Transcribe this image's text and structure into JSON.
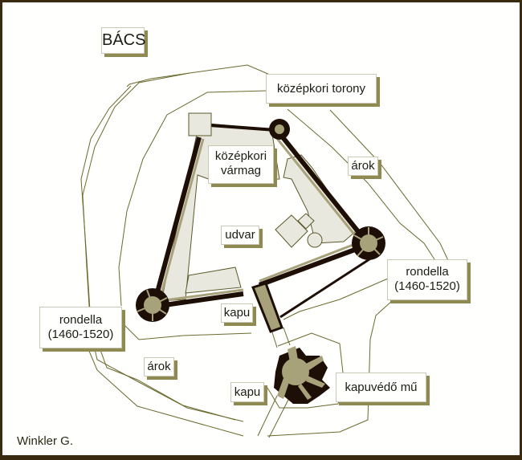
{
  "title": "BÁCS",
  "credit": "Winkler G.",
  "labels": {
    "torony": "középkori torony",
    "varmag_line1": "középkori",
    "varmag_line2": "vármag",
    "arok_ne": "árok",
    "udvar": "udvar",
    "rondella_right_line1": "rondella",
    "rondella_right_line2": "(1460-1520)",
    "rondella_left_line1": "rondella",
    "rondella_left_line2": "(1460-1520)",
    "kapu_upper": "kapu",
    "arok_sw": "árok",
    "kapu_lower": "kapu",
    "kapuvedo": "kapuvédő mű"
  },
  "colors": {
    "frame": "#3a2a10",
    "wall": "#1e0f06",
    "fill_olive": "#a8a27a",
    "fill_light": "#e9e8df",
    "outline": "#5c5a2a",
    "shadow": "#8f8a52"
  }
}
